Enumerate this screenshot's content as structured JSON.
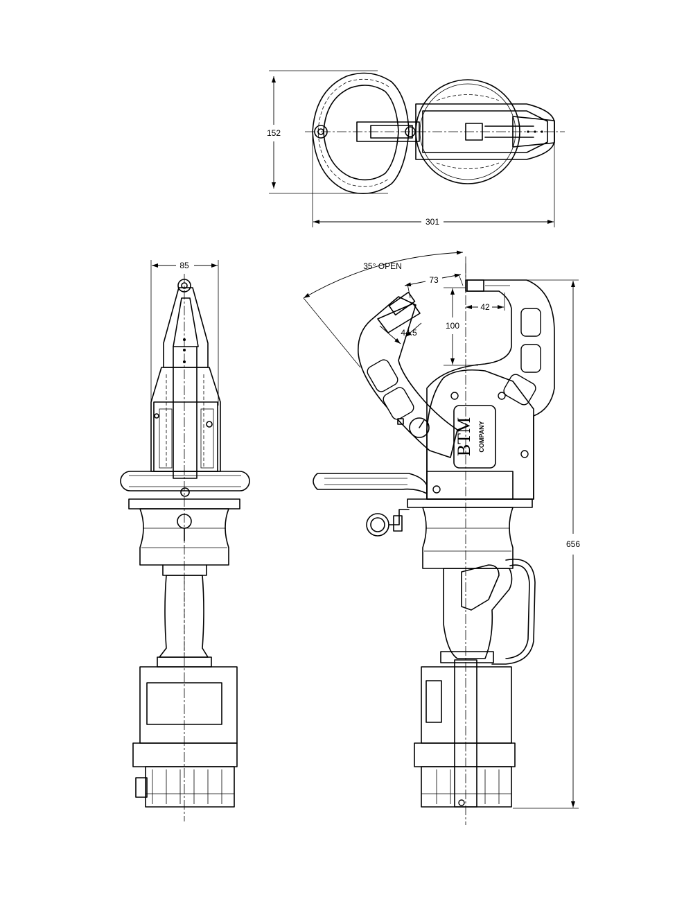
{
  "drawing": {
    "dimensions": {
      "top_height": "152",
      "top_width": "301",
      "front_width": "85",
      "open_angle": "35° OPEN",
      "tip_length": "73",
      "tip_offset": "42",
      "jaw_depth": "100",
      "tip_thickness": "44.5",
      "overall_height": "656"
    },
    "logo": {
      "letters": "BTM",
      "subtitle": "COMPANY"
    }
  }
}
